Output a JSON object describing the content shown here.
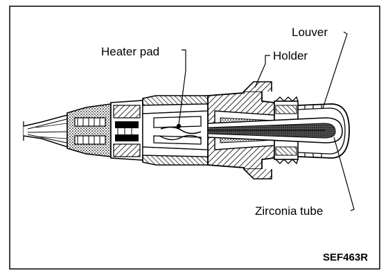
{
  "labels": {
    "louver": "Louver",
    "holder": "Holder",
    "heater_pad": "Heater pad",
    "zirconia_tube": "Zirconia tube"
  },
  "figure_code": "SEF463R",
  "colors": {
    "ink": "#000000",
    "paper": "#ffffff"
  }
}
